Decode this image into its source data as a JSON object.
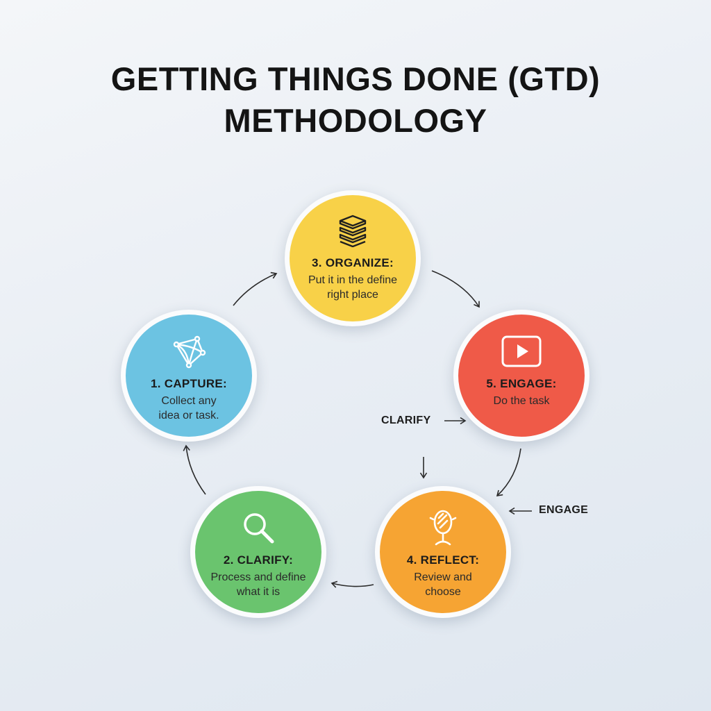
{
  "title": {
    "line1": "GETTING THINGS DONE (GTD)",
    "line2": "METHODOLOGY"
  },
  "steps": [
    {
      "id": "capture",
      "label": "1. CAPTURE:",
      "description": "Collect any idea or task.",
      "color": "#6cc3e2",
      "icon": "network-icon"
    },
    {
      "id": "clarify",
      "label": "2. CLARIFY:",
      "description": "Process and define what it is",
      "color": "#6ac46e",
      "icon": "magnifier-icon"
    },
    {
      "id": "organize",
      "label": "3. ORGANIZE:",
      "description": "Put it in the define right place",
      "color": "#f8d148",
      "icon": "stack-icon"
    },
    {
      "id": "reflect",
      "label": "4. REFLECT:",
      "description": "Review and choose",
      "color": "#f6a433",
      "icon": "mirror-icon"
    },
    {
      "id": "engage",
      "label": "5. ENGAGE:",
      "description": "Do the task",
      "color": "#ef5a48",
      "icon": "play-icon"
    }
  ],
  "side_labels": {
    "clarify": "CLARIFY",
    "engage": "ENGAGE"
  }
}
